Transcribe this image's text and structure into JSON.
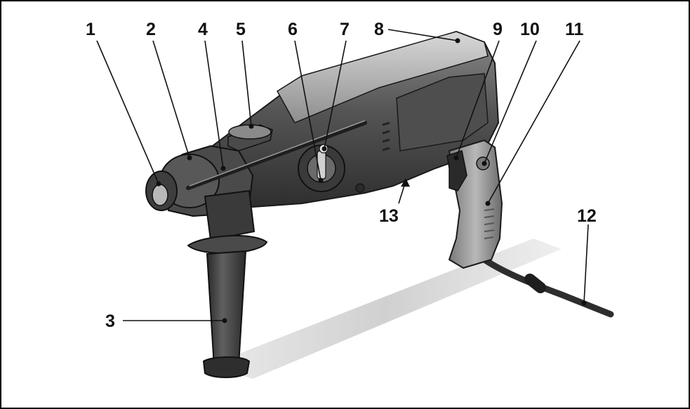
{
  "colors": {
    "frame": "#000000",
    "body_dark": "#3a3a3a",
    "body_mid": "#6b6b6b",
    "body_light": "#a8a8a8",
    "grip_light": "#9c9c9c",
    "shadow": "#d2d2d2",
    "label": "#111111"
  },
  "callouts": [
    {
      "id": "1",
      "text": "1"
    },
    {
      "id": "2",
      "text": "2"
    },
    {
      "id": "4",
      "text": "4"
    },
    {
      "id": "5",
      "text": "5"
    },
    {
      "id": "6",
      "text": "6"
    },
    {
      "id": "7",
      "text": "7"
    },
    {
      "id": "8",
      "text": "8"
    },
    {
      "id": "9",
      "text": "9"
    },
    {
      "id": "10",
      "text": "10"
    },
    {
      "id": "11",
      "text": "11"
    },
    {
      "id": "12",
      "text": "12"
    },
    {
      "id": "13",
      "text": "13"
    },
    {
      "id": "3",
      "text": "3"
    }
  ]
}
